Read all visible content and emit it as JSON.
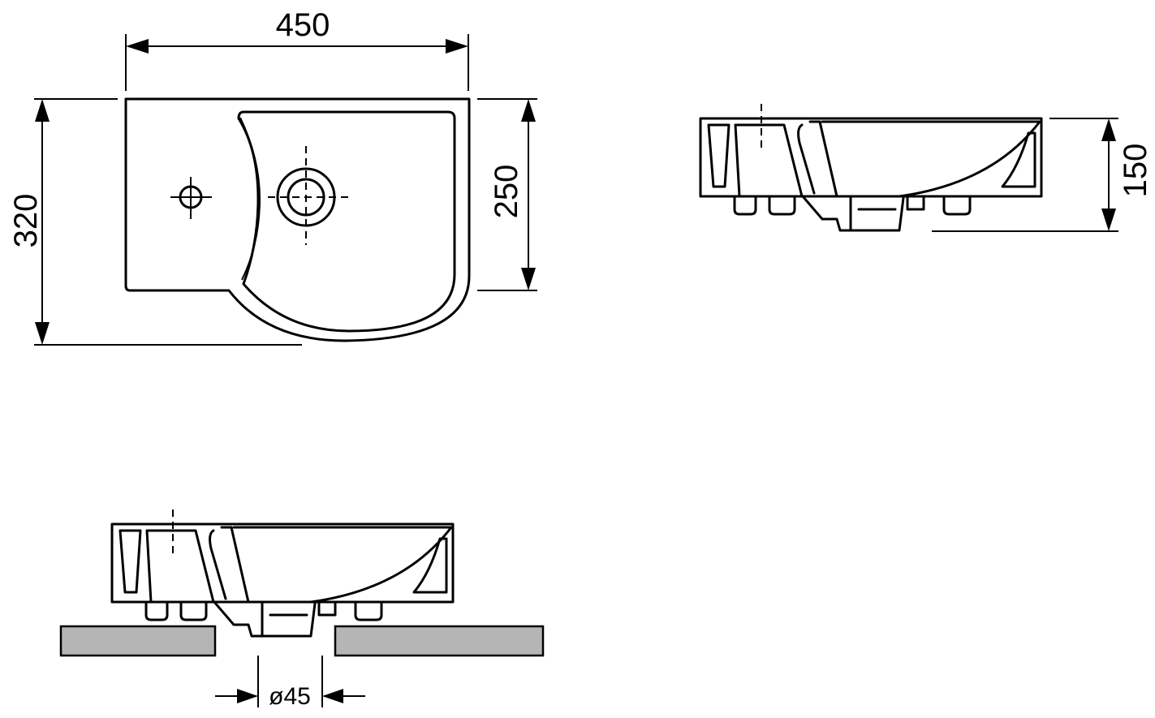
{
  "dimensions": {
    "width": "450",
    "depth": "320",
    "bowl_depth": "250",
    "height": "150",
    "drain_diameter": "ø45"
  }
}
